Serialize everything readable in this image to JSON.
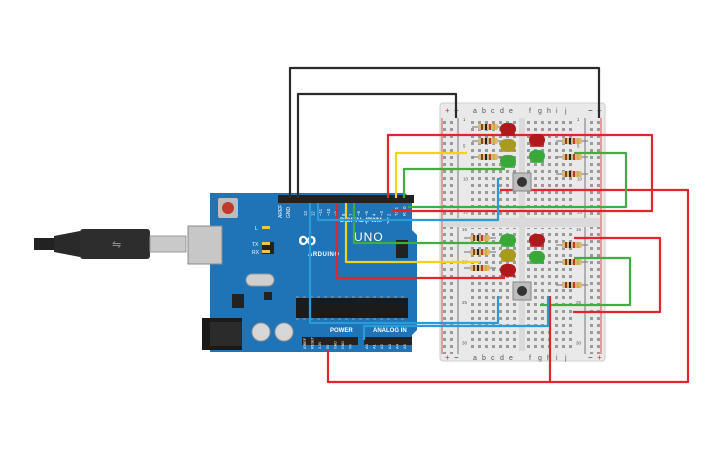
{
  "arduino": {
    "model": "UNO",
    "brand": "ARDUINO",
    "logo_glyph": "∞",
    "pwm_label": "DIGITAL (PWM ~)",
    "aref": "AREF",
    "gnd": "GND",
    "led_l": "L",
    "led_tx": "TX",
    "led_rx": "RX",
    "power_label": "POWER",
    "analog_label": "ANALOG IN",
    "digital_pins": [
      "13",
      "12",
      "~11",
      "~10",
      "~9",
      "8",
      "7",
      "~6",
      "~5",
      "4",
      "~3",
      "2",
      "TX 1",
      "RX 0"
    ],
    "power_pins": [
      "IOREF",
      "RESET",
      "3.3V",
      "5V",
      "GND",
      "GND",
      "Vin"
    ],
    "analog_pins": [
      "A0",
      "A1",
      "A2",
      "A3",
      "A4",
      "A5"
    ]
  },
  "breadboard": {
    "cols_left": [
      "a",
      "b",
      "c",
      "d",
      "e"
    ],
    "cols_right": [
      "f",
      "g",
      "h",
      "i",
      "j"
    ],
    "plus": "+",
    "minus": "−",
    "row_numbers_top": [
      "1",
      "",
      "",
      "",
      "5",
      "",
      "",
      "",
      "",
      "10",
      "",
      "",
      "",
      "",
      "15"
    ],
    "row_numbers_bottom": [
      "16",
      "",
      "",
      "",
      "20",
      "",
      "",
      "",
      "",
      "25",
      "",
      "",
      "",
      "",
      "30"
    ]
  },
  "colors": {
    "board": "#1f73b7",
    "wire_black": "#2b2b2b",
    "wire_red": "#e0262b",
    "wire_yellow": "#f2d21b",
    "wire_green": "#3fae3f",
    "wire_blue": "#2a9ad8",
    "led_red": "#b0191c",
    "led_yellow": "#a8991f",
    "led_green": "#38a838"
  }
}
